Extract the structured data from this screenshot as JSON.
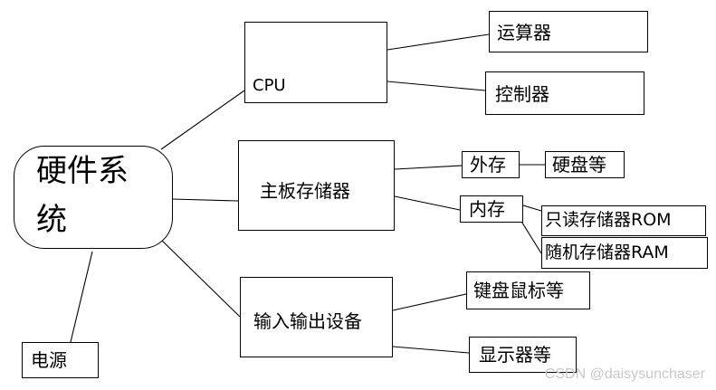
{
  "root": {
    "label_line1": "硬件系",
    "label_line2": "统"
  },
  "nodes": {
    "cpu": "CPU",
    "alu": "运算器",
    "controller": "控制器",
    "storage": "主板存储器",
    "external": "外存",
    "harddisk": "硬盘等",
    "internal": "内存",
    "rom": "只读存储器ROM",
    "ram": "随机存储器RAM",
    "io": "输入输出设备",
    "input": "键盘鼠标等",
    "output": "显示器等",
    "power": "电源"
  },
  "watermark": "CSDN @daisysunchaser"
}
